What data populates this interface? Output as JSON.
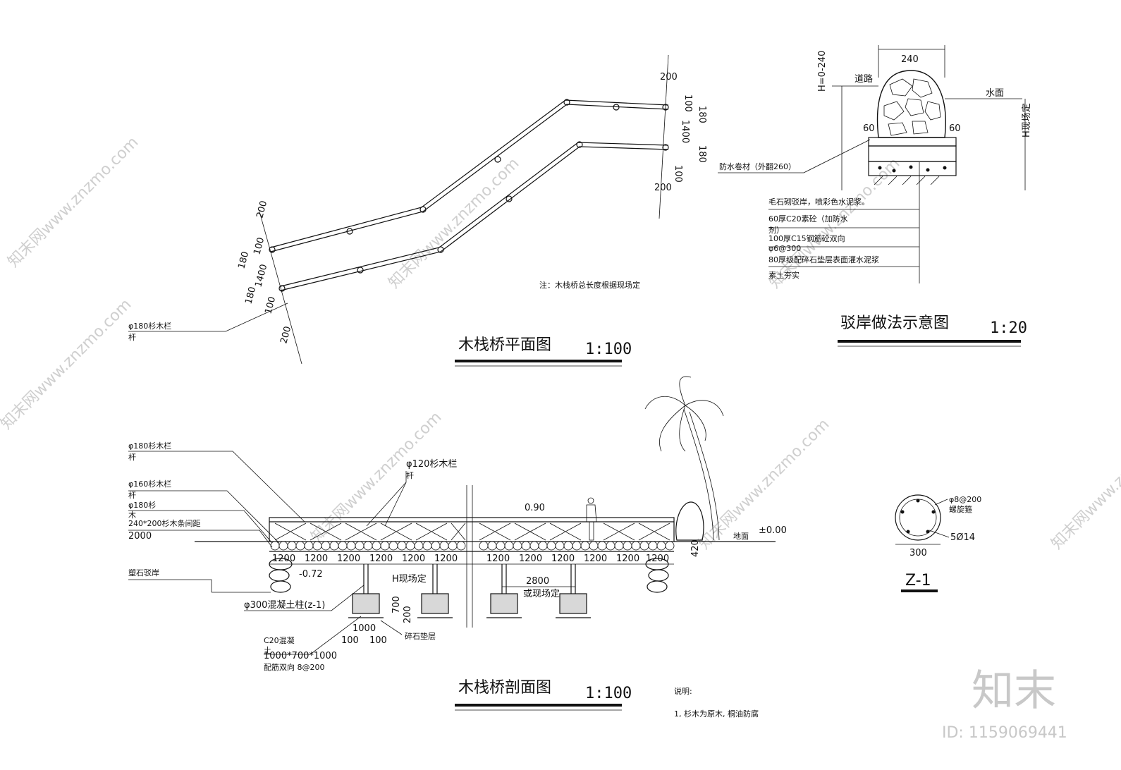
{
  "plan": {
    "title": "木栈桥平面图",
    "scale": "1:100",
    "note": "注：木栈桥总长度根据现场定",
    "railing_label": "φ180杉木栏",
    "railing_label_cont": "杆",
    "dims": {
      "d200": "200",
      "d100": "100",
      "d180": "180",
      "d1400": "1400"
    }
  },
  "revetment": {
    "title": "驳岸做法示意图",
    "scale": "1:20",
    "width": "240",
    "h_label": "H=0-240",
    "road": "道路",
    "water": "水面",
    "h_site": "H现场定",
    "d60": "60",
    "membrane": "防水卷材（外翻260）",
    "layers": [
      "毛石砌驳岸，喷彩色水泥浆。",
      "60厚C20素砼（加防水",
      "剂）",
      "100厚C15钢筋砼双向",
      "φ6@300",
      "80厚级配碎石垫层表面灌水泥浆",
      "素土夯实"
    ]
  },
  "section": {
    "title": "木栈桥剖面图",
    "scale": "1:100",
    "labels": {
      "rail180": "φ180杉木栏",
      "rail160": "φ160杉木栏",
      "rail_cont": "杆",
      "rail180b": "φ180杉",
      "rail180b_cont": "木",
      "beam": "240*200杉木条间距",
      "beam_spacing": "2000",
      "rock": "塑石驳岸",
      "column": "φ300混凝土柱(z-1)",
      "c20": "C20混凝",
      "c20_cont": "土",
      "footing": "1000*700*1000",
      "rebar": "配筋双向 8@200",
      "gravel": "碎石垫层",
      "rail120": "φ120杉木栏",
      "rail120_cont": "杆",
      "ground": "地面",
      "zero": "±0.00",
      "minus": "-0.72",
      "h_site": "H现场定",
      "span": "2800",
      "span_note": "或现场定",
      "railing_h": "0.90"
    },
    "spacing": "1200",
    "dims": {
      "d700": "700",
      "d200": "200",
      "d1000": "1000",
      "d100": "100",
      "d420": "420"
    }
  },
  "column_detail": {
    "title": "Z-1",
    "stirrup": "φ8@200",
    "stirrup_note": "螺旋箍",
    "rebar": "5Ø14",
    "dia": "300"
  },
  "notes": {
    "heading": "说明:",
    "item1": "1, 杉木为原木, 桐油防腐"
  },
  "watermark": {
    "text": "知末网www.znzmo.com",
    "brand": "知末",
    "id": "ID: 1159069441"
  }
}
